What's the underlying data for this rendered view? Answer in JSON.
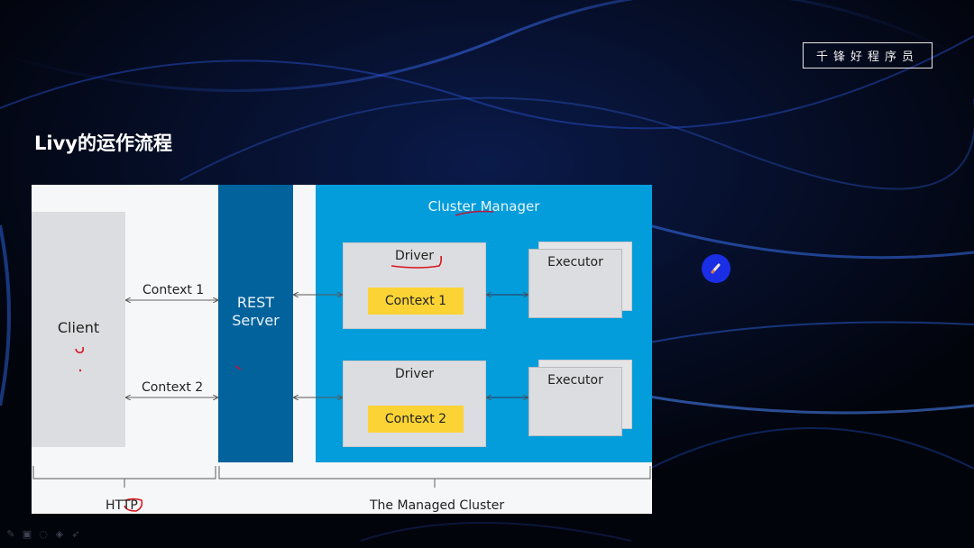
{
  "brand": {
    "label": "千锋好程序员"
  },
  "slide": {
    "title": "Livy的运作流程"
  },
  "diagram": {
    "client": {
      "label": "Client"
    },
    "rest_server": {
      "line1": "REST",
      "line2": "Server"
    },
    "links": [
      {
        "label": "Context 1"
      },
      {
        "label": "Context 2"
      }
    ],
    "cluster_manager": {
      "title": "Cluster Manager",
      "drivers": [
        {
          "label": "Driver",
          "context": "Context 1"
        },
        {
          "label": "Driver",
          "context": "Context 2"
        }
      ],
      "executors": [
        {
          "label": "Executor"
        },
        {
          "label": "Executor"
        }
      ]
    },
    "brackets": {
      "http": "HTTP",
      "managed_cluster": "The Managed Cluster"
    }
  },
  "toolbar": {
    "tools": [
      "pen-icon",
      "screen-icon",
      "eraser-icon",
      "highlighter-icon",
      "pointer-icon"
    ]
  },
  "colors": {
    "rest_server": "#02629c",
    "cluster_manager": "#039ddb",
    "context": "#fcd335",
    "annotation": "#d8141c",
    "cursor": "#1a2ee6"
  }
}
